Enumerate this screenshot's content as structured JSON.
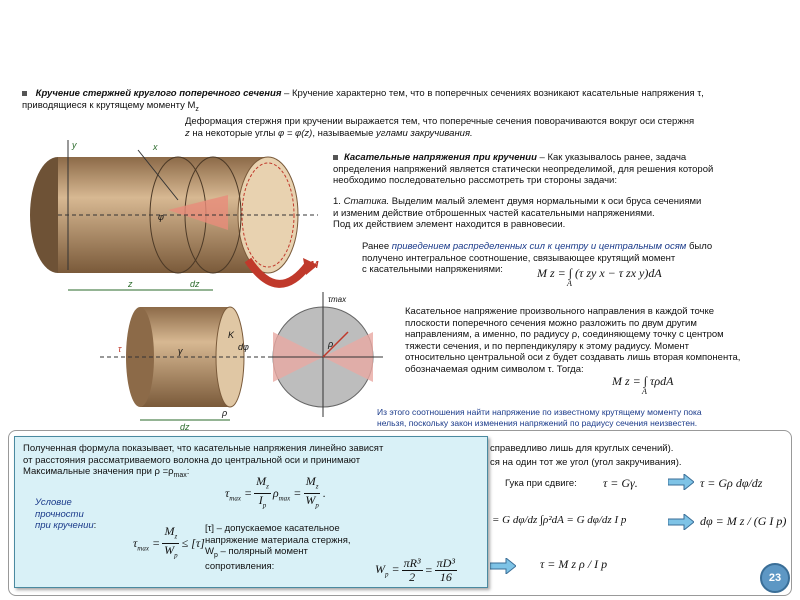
{
  "heading": {
    "title": "Кручение стержней круглого поперечного сечения",
    "dash": " – ",
    "text": "Кручение характерно тем, что в поперечных сечениях возникают касательные напряжения τ, приводящиеся к крутящему моменту M",
    "sub": "z"
  },
  "deformation": {
    "line1": "Деформация стержня при кручении выражается тем, что поперечные сечения поворачиваются вокруг оси стержня",
    "line2_a": "z",
    "line2_b": "на некоторые углы",
    "line2_formula": "φ = φ(z)",
    "line2_c": ", называемые",
    "line2_term": "углами закручивания."
  },
  "shear": {
    "title": "Касательные напряжения при кручении",
    "line1": " – Как указывалось ранее, задача",
    "line2": "определения напряжений является статически неопределимой, для решения которой",
    "line3": "необходимо последовательно рассмотреть три стороны задачи:"
  },
  "statics": {
    "num": "1.",
    "term": "Статика.",
    "line1": "Выделим малый элемент двумя нормальными к оси бруса сечениями",
    "line2": "и изменим действие отброшенных частей касательными напряжениями.",
    "line3": "Под их действием элемент находится в равновесии."
  },
  "earlier": {
    "a": "Ранее",
    "term": "приведением распределенных сил к центру и центральным осям",
    "b": "было",
    "line2": "получено интегральное соотношение, связывающее крутящий момент",
    "line3": "с касательными напряжениями:",
    "formula": "M z = ∫ (τ zy x − τ zx y)dA",
    "int_sub": "A"
  },
  "decomp": {
    "line1": "Касательное напряжение произвольного направления в каждой точке",
    "line2": "плоскости поперечного сечения можно разложить по двум другим",
    "line3": "направлениям, а именно, по радиусу ρ, соединяющему точку с центром",
    "line4": "тяжести сечения, и по перпендикуляру к этому радиусу. Момент",
    "line5": "относительно центральной оси z будет создавать лишь вторая компонента,",
    "line6": "обозначаемая одним символом τ. Тогда:",
    "formula": "M z = ∫ τρdA",
    "int_sub": "A"
  },
  "next": {
    "line1": "Из этого соотношения найти напряжение по известному крутящему моменту пока",
    "line2": "нельзя, поскольку закон изменения напряжений по радиусу сечения неизвестен."
  },
  "hidden_right": {
    "line1": "справедливо лишь для круглых сечений).",
    "line2": "ся на один тот же угол (угол закручивания).",
    "line3": "Гука при сдвиге:",
    "hooke": "τ = Gγ.",
    "hooke2": "τ = Gρ dφ/dz"
  },
  "popup": {
    "line1": "Полученная формула показывает, что касательные напряжения линейно зависят",
    "line2": "от расстояния рассматриваемого волокна до центральной оси и принимают",
    "line3": "Максимальные значения при ρ =ρ",
    "line3_sub": "max",
    "line3_end": ":",
    "cond1": "Условие",
    "cond2": "прочности",
    "cond3": "при кручении",
    "cond3_end": ":",
    "tau_desc1": "[τ] – допускаемое касательное",
    "tau_desc2": "напряжение материала стержня,",
    "wp_desc1": "W",
    "wp_desc1_sub": "p",
    "wp_desc1_end": "– полярный момент",
    "wp_desc2": "сопротивления:",
    "wp_formula": "W p = πR³/2 = πD³/16"
  },
  "formulas": {
    "dphi": "dφ = M z / (G I p)",
    "tau_final": "τ = M z ρ / I p",
    "mz_g": "= G dφ/dz ∫ρ²dA = G dφ/dz I p"
  },
  "figure": {
    "label_y": "y",
    "label_x": "x",
    "label_z": "z",
    "label_dz": "dz",
    "label_phi": "φ",
    "label_mz": "M",
    "label_mz_sub": "z",
    "label_gamma": "γ",
    "label_dphi": "dφ",
    "label_rho": "ρ",
    "label_k": "K",
    "label_tau": "τ",
    "label_tau_max": "τmax"
  },
  "page_number": "23",
  "colors": {
    "accent_blue": "#1a3a8a",
    "popup_bg": "#d9f1f7",
    "cylinder": "#c4a27a",
    "arrow_red": "#c0392b"
  }
}
